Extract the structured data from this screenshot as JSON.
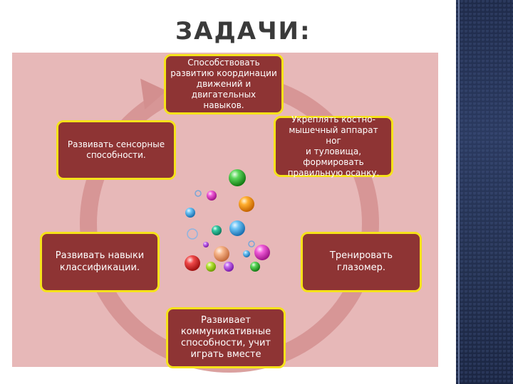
{
  "title": "ЗАДАЧИ:",
  "tasks": {
    "coordination": "Способствовать\nразвитию координации\nдвижений и\nдвигательных\nнавыков.",
    "musculoskeletal": "Укреплять костно-\nмышечный аппарат ног\nи туловища,\nформировать\nправильную осанку.",
    "eye_gauge": "Тренировать глазомер.",
    "communication": "Развивает\nкоммуникативные\nспособности,  учит\nиграть вместе",
    "classification": "Развивать навыки\nклассификации.",
    "sensory": "Развивать  сенсорные\nспособности."
  },
  "colors": {
    "box_fill": "#8e3434",
    "box_border": "#f5e21a",
    "panel": "#e7b8b8",
    "ring": "#d38f8f"
  }
}
